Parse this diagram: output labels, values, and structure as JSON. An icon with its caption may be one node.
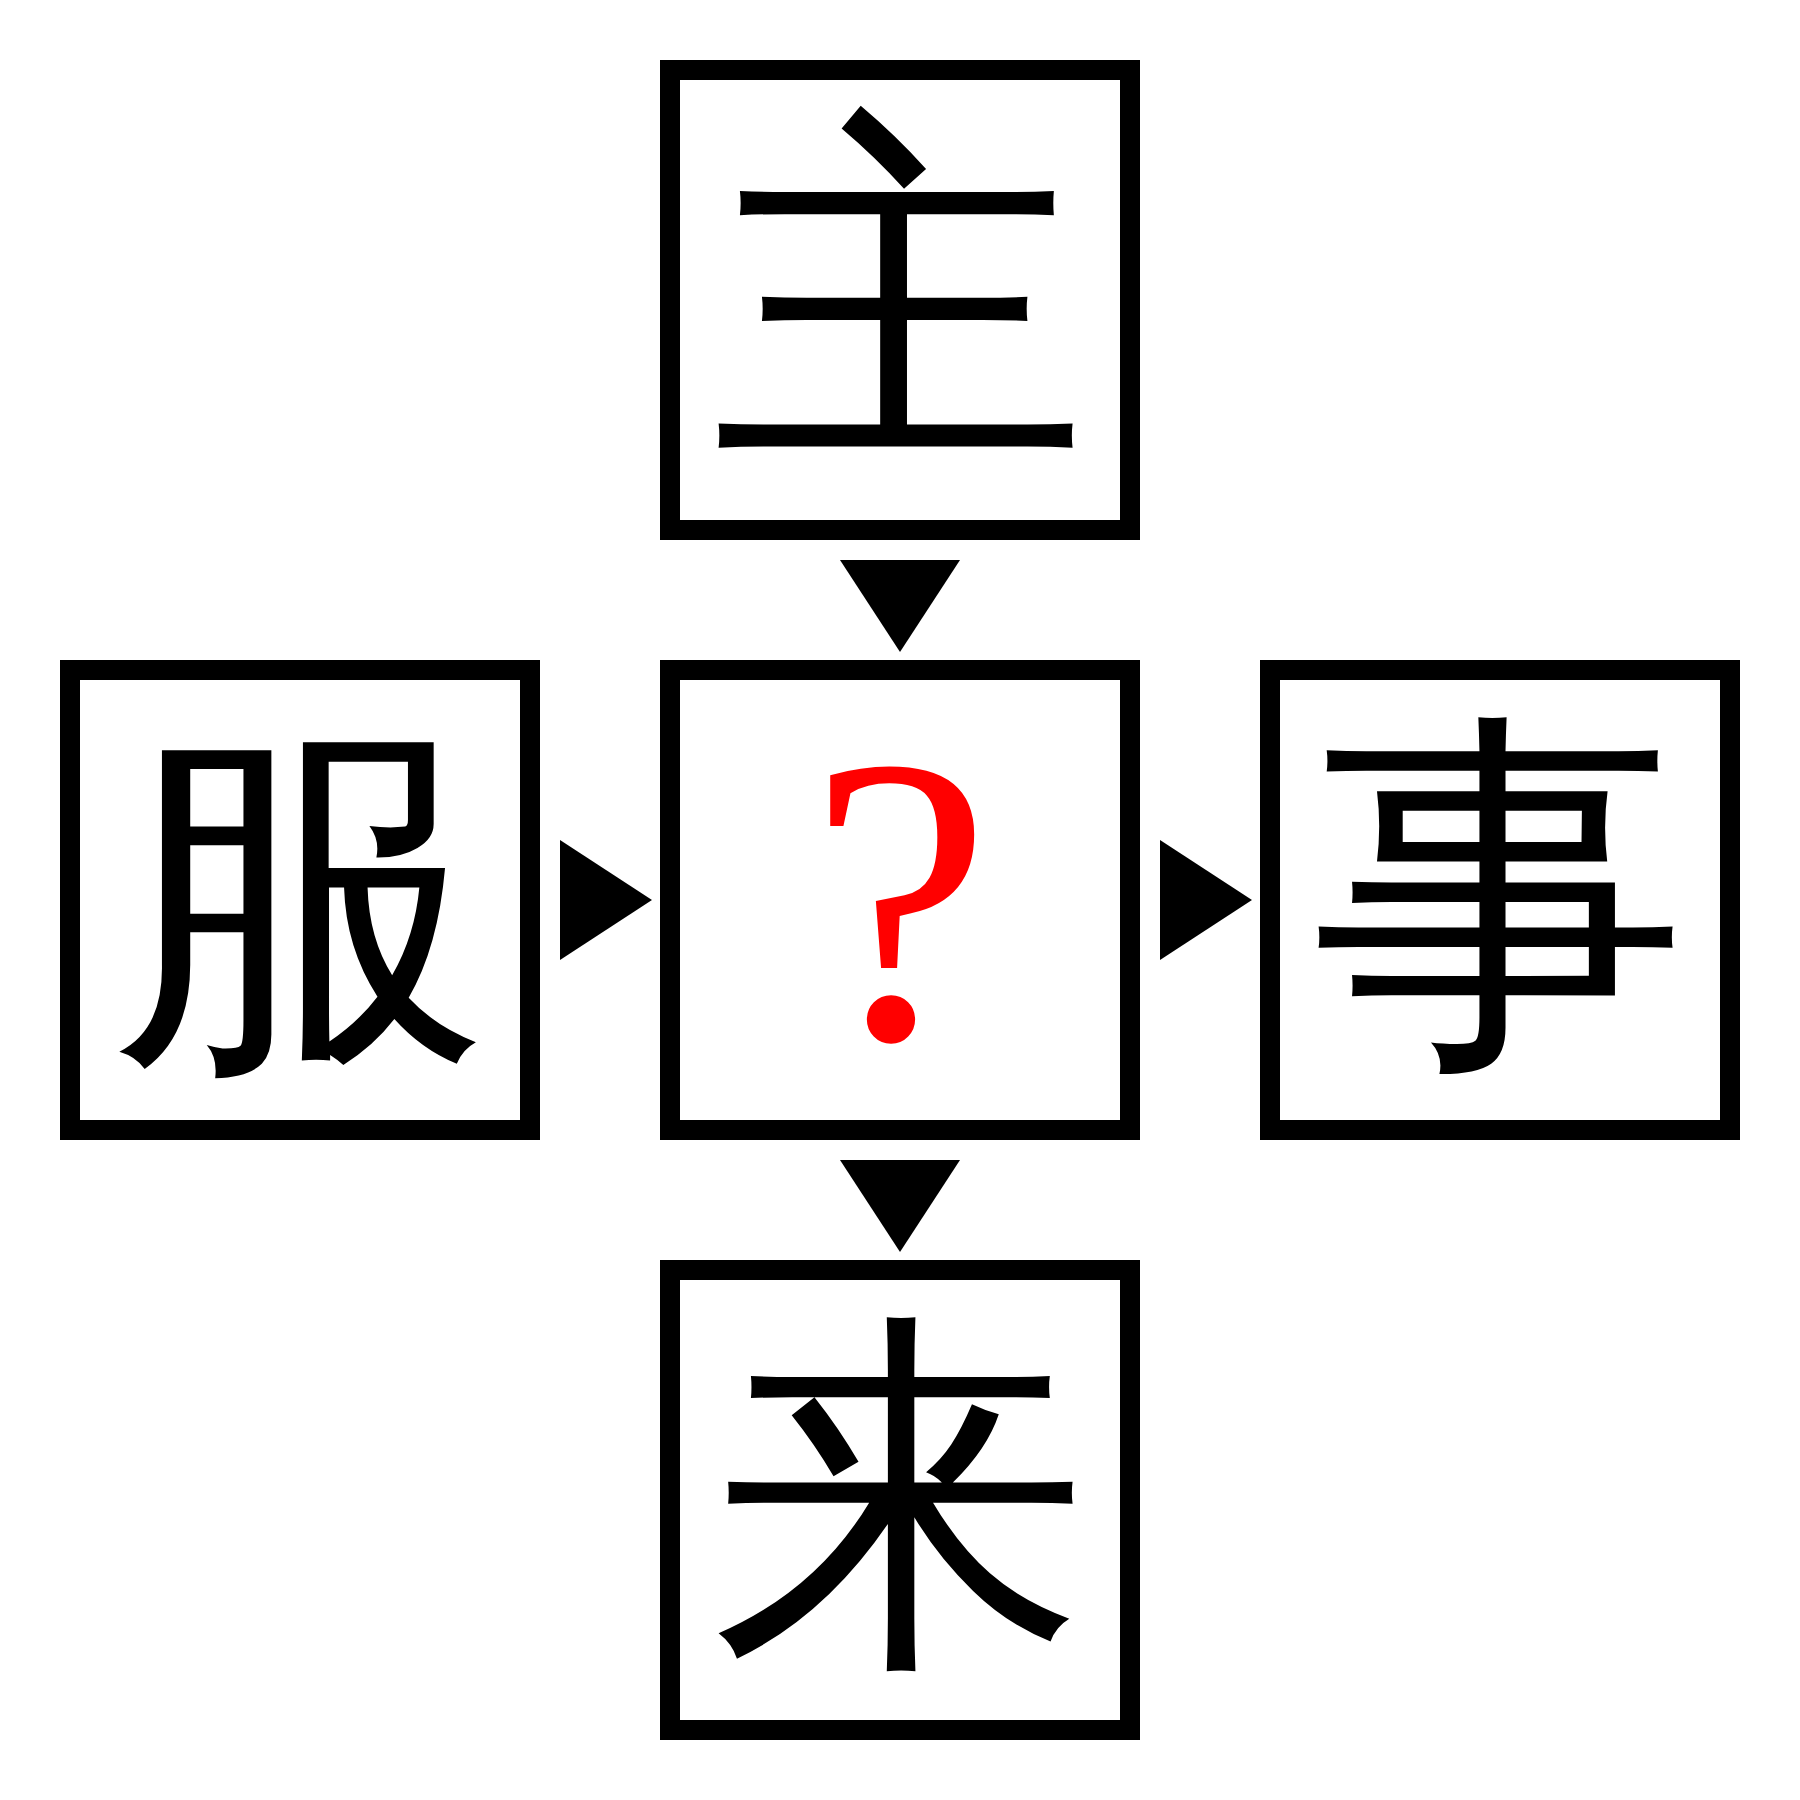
{
  "diagram": {
    "nodes": [
      {
        "text": [
          "主"
        ]
      },
      {
        "text": [
          "服"
        ]
      },
      {
        "text": [
          "?"
        ]
      },
      {
        "text": [
          "事"
        ]
      },
      {
        "text": [
          "来"
        ]
      }
    ],
    "edges": [
      {
        "from": 0,
        "to": 2,
        "arrow": "to"
      },
      {
        "from": 1,
        "to": 2,
        "arrow": "to"
      },
      {
        "from": 2,
        "to": 3,
        "arrow": "to"
      },
      {
        "from": 2,
        "to": 4,
        "arrow": "to"
      }
    ]
  }
}
